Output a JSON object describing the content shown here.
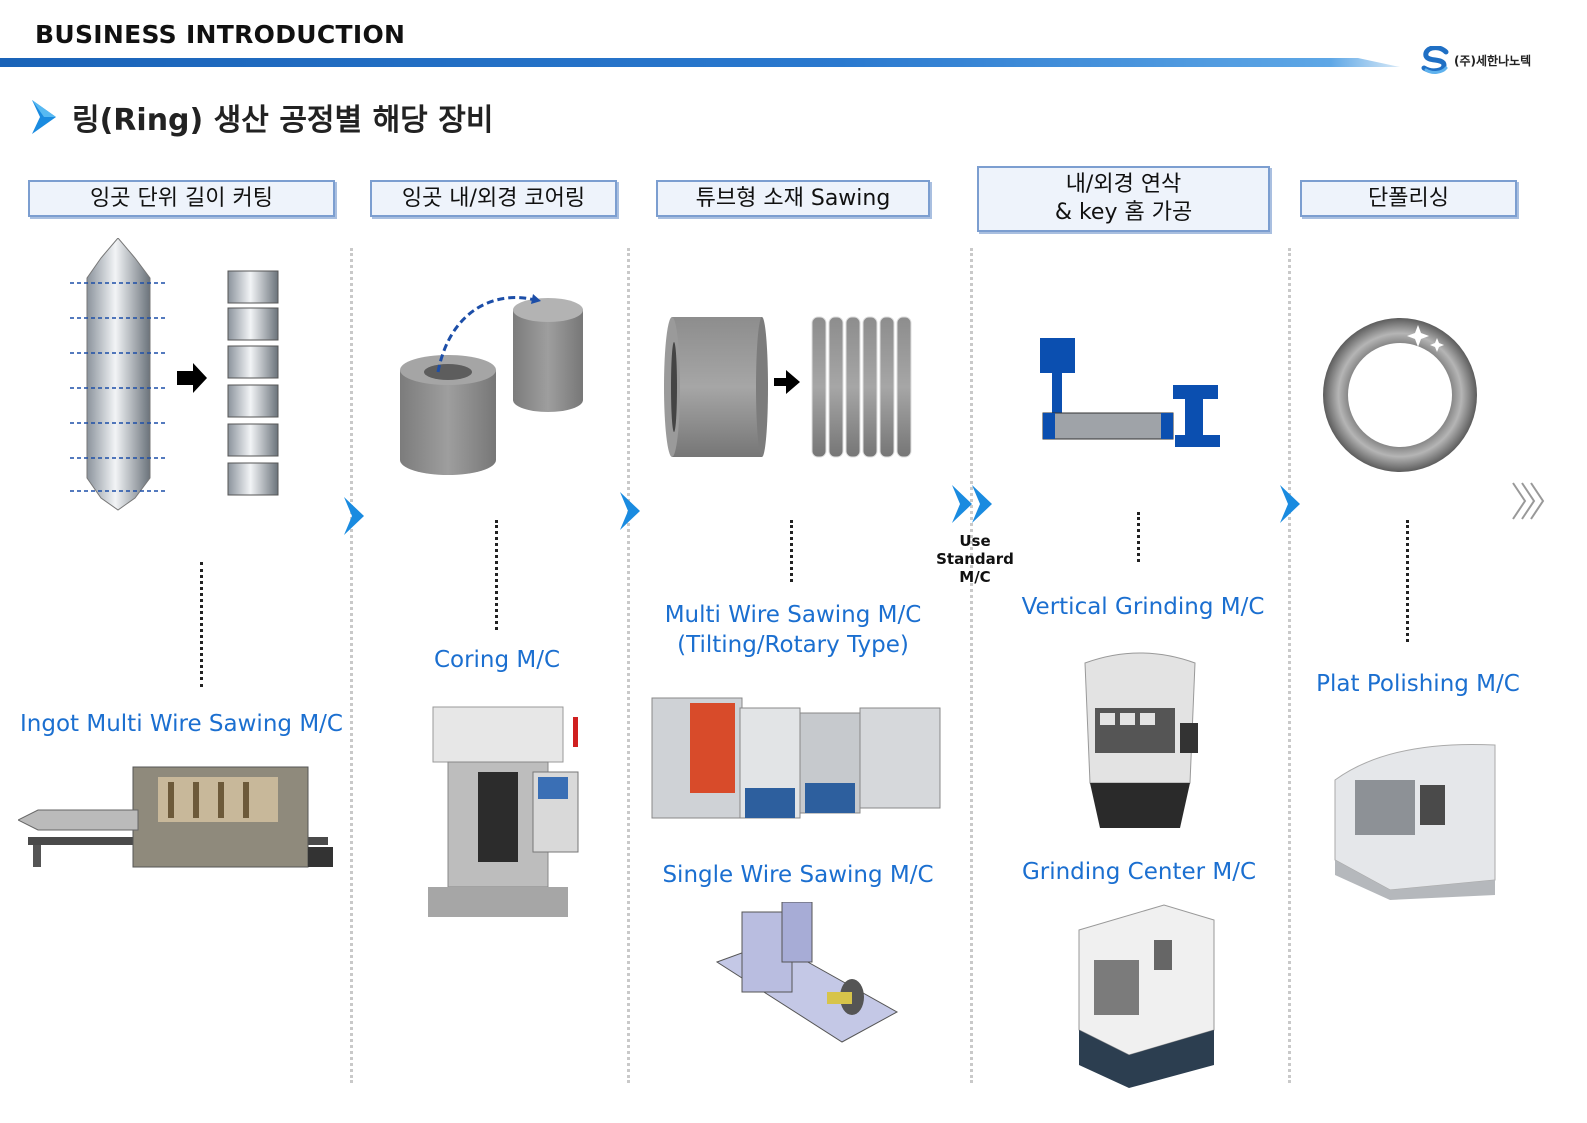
{
  "header": {
    "title": "BUSINESS INTRODUCTION",
    "logo_text": "(주)세한나노텍"
  },
  "section": {
    "title": "링(Ring) 생산 공정별 해당 장비"
  },
  "steps": [
    {
      "label": "잉곳 단위 길이 커팅"
    },
    {
      "label": "잉곳 내/외경 코어링"
    },
    {
      "label": "튜브형 소재 Sawing"
    },
    {
      "label_line1": "내/외경 연삭",
      "label_line2": "& key 홈 가공"
    },
    {
      "label": "단폴리싱"
    }
  ],
  "machines": {
    "ingot_sawing": "Ingot Multi Wire Sawing M/C",
    "coring": "Coring M/C",
    "multi_wire_line1": "Multi Wire Sawing M/C",
    "multi_wire_line2": "(Tilting/Rotary Type)",
    "single_wire": "Single Wire Sawing M/C",
    "vertical_grinding": "Vertical Grinding M/C",
    "grinding_center": "Grinding Center M/C",
    "plat_polishing": "Plat Polishing M/C"
  },
  "use_standard": {
    "line1": "Use Standard",
    "line2": "M/C"
  },
  "colors": {
    "accent_blue": "#1b6fd0",
    "chevron_blue": "#1a8be0",
    "step_box_fill": "#eef3fb",
    "step_box_border": "#7c9ed0",
    "grinder_blue": "#0b4fb0"
  },
  "icons": [
    "chevron-right-icon",
    "double-chevron-right-icon",
    "arrow-right-icon",
    "logo-icon"
  ]
}
